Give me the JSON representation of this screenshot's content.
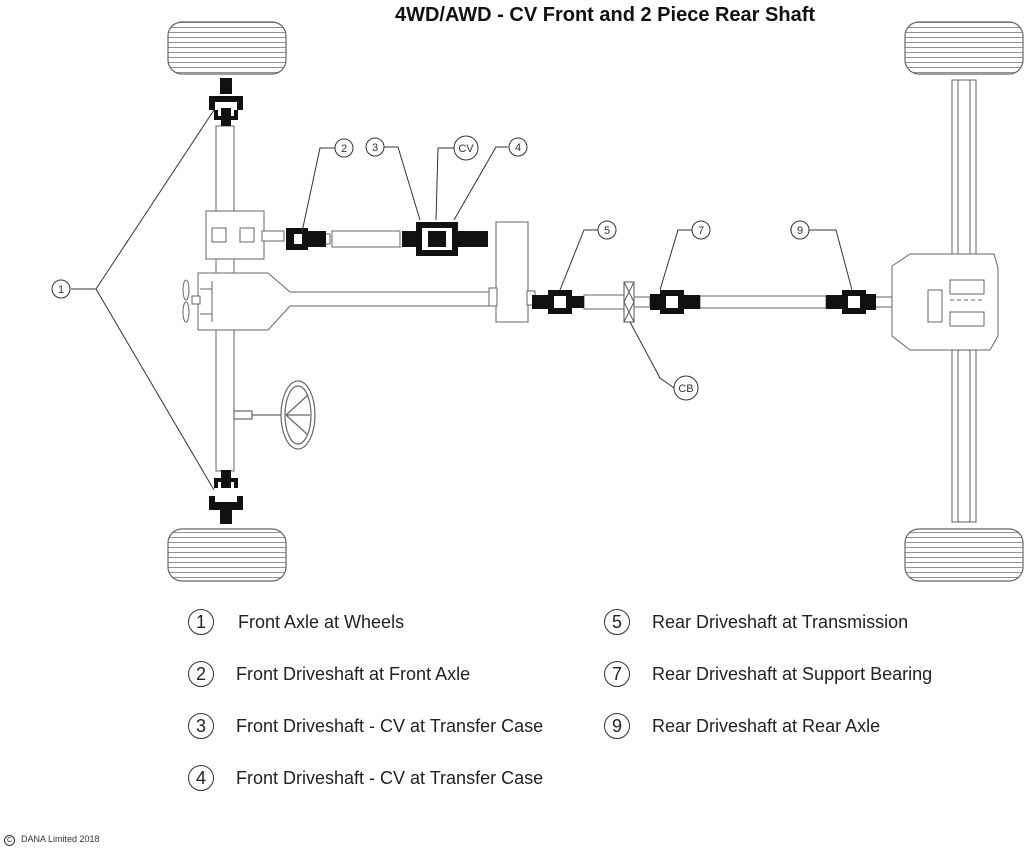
{
  "title": "4WD/AWD - CV Front and 2 Piece Rear Shaft",
  "callouts": {
    "c1": "1",
    "c2": "2",
    "c3": "3",
    "cv": "CV",
    "c4": "4",
    "c5": "5",
    "c7": "7",
    "c9": "9",
    "cb": "CB"
  },
  "legend": [
    {
      "num": "1",
      "text": "Front Axle at Wheels"
    },
    {
      "num": "2",
      "text": "Front Driveshaft at Front Axle"
    },
    {
      "num": "3",
      "text": "Front Driveshaft - CV at Transfer Case"
    },
    {
      "num": "4",
      "text": "Front Driveshaft - CV at Transfer Case"
    },
    {
      "num": "5",
      "text": "Rear Driveshaft at Transmission"
    },
    {
      "num": "7",
      "text": "Rear Driveshaft at Support Bearing"
    },
    {
      "num": "9",
      "text": "Rear Driveshaft at Rear Axle"
    }
  ],
  "copyright": {
    "symbol": "C",
    "text": "DANA Limited 2018"
  }
}
